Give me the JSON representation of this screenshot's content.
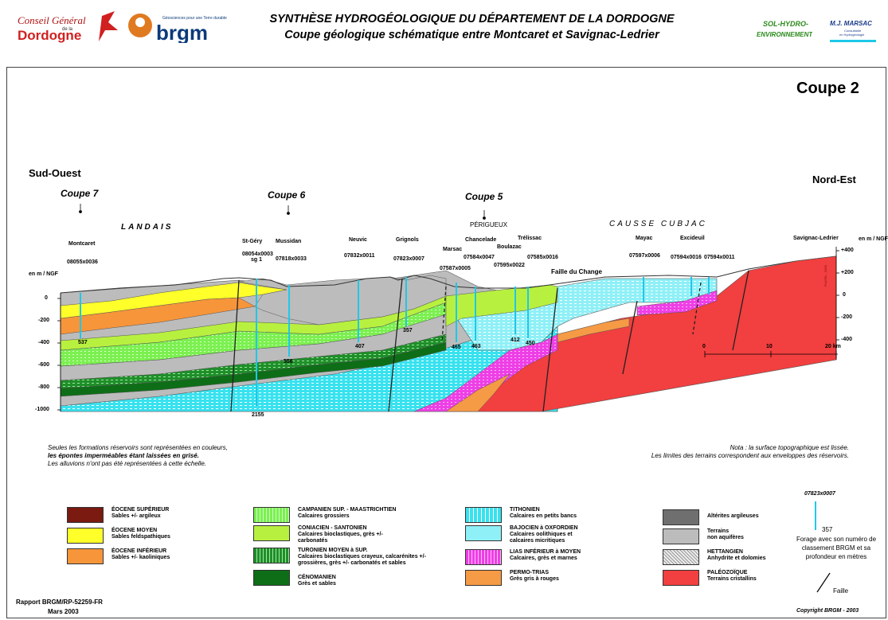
{
  "header": {
    "logo1": "Conseil Général de la Dordogne",
    "logo2": "brgm",
    "logo2_tag": "Géosciences pour une Terre durable",
    "title": "SYNTHÈSE HYDROGÉOLOGIQUE DU DÉPARTEMENT DE LA DORDOGNE",
    "subtitle": "Coupe géologique schématique entre Montcaret et Savignac-Ledrier",
    "logo3": "SOL-HYDRO- ENVIRONNEMENT",
    "logo4_name": "M.J. MARSAC",
    "logo4_sub": "Consultante en Hydrogéologie"
  },
  "figure": {
    "coupe_title": "Coupe 2",
    "left_dir": "Sud-Ouest",
    "right_dir": "Nord-Est",
    "refs": [
      "Coupe 7",
      "Coupe 6",
      "Coupe 5"
    ],
    "regions": [
      "LANDAIS",
      "PÉRIGUEUX",
      "CAUSSE  CUBJAC"
    ],
    "axis_label": "en m / NGF",
    "left_ticks": [
      "0",
      "-200",
      "-400",
      "-600",
      "-800",
      "-1000"
    ],
    "right_ticks": [
      "+400",
      "+200",
      "0",
      "-200",
      "-400"
    ],
    "scale": [
      "0",
      "10",
      "20 km"
    ],
    "fault_label": "Faille du Change",
    "places": [
      "Montcaret",
      "St-Géry",
      "Mussidan",
      "Neuvic",
      "Grignols",
      "Marsac",
      "Chancelade",
      "Boulazac",
      "Trélissac",
      "Mayac",
      "Excideuil",
      "Savignac-Ledrier"
    ],
    "boreholes": [
      "08055x0036",
      "08054x0003 sg 1",
      "07818x0033",
      "07832x0011",
      "07823x0007",
      "07587x0005",
      "07584x0047",
      "07595x0022",
      "07585x0016",
      "07597x0006",
      "07594x0016",
      "07594x0011"
    ],
    "depths": [
      "537",
      "556",
      "407",
      "357",
      "465",
      "463",
      "412",
      "450",
      "2155"
    ]
  },
  "notes": {
    "left": [
      "Seules les formations réservoirs sont représentées en couleurs,",
      "les épontes imperméables étant laissées en grisé.",
      "Les alluvions n'ont pas été représentées à cette échelle."
    ],
    "right": [
      "Nota : la surface topographique est lissée.",
      "Les limites des terrains correspondent aux enveloppes des réservoirs."
    ]
  },
  "legend": [
    {
      "title": "ÉOCENE SUPÉRIEUR",
      "sub": "Sables +/- argileux",
      "color": "#7a1a10"
    },
    {
      "title": "ÉOCENE MOYEN",
      "sub": "Sables feldspathiques",
      "color": "#ffff2a"
    },
    {
      "title": "ÉOCENE INFÉRIEUR",
      "sub": "Sables +/- kaoliniques",
      "color": "#f7953a"
    },
    {
      "title": "CAMPANIEN SUP. - MAASTRICHTIEN",
      "sub": "Calcaires grossiers",
      "color": "#7cf050"
    },
    {
      "title": "CONIACIEN - SANTONIEN",
      "sub": "Calcaires bioclastiques, grès +/- carbonatés",
      "color": "#b8f040"
    },
    {
      "title": "TURONIEN MOYEN à SUP.",
      "sub": "Calcaires bioclastiques crayeux, calcarénites +/- grossières, grès +/- carbonatés et sables",
      "color": "#1f8f2a"
    },
    {
      "title": "CÉNOMANIEN",
      "sub": "Grès et sables",
      "color": "#0e6e17"
    },
    {
      "title": "TITHONIEN",
      "sub": "Calcaires en petits bancs",
      "color": "#38e2ef"
    },
    {
      "title": "BAJOCIEN à OXFORDIEN",
      "sub": "Calcaires oolithiques et calcaires micritiques",
      "color": "#8ff0f7"
    },
    {
      "title": "LIAS INFÉRIEUR à MOYEN",
      "sub": "Calcaires, grès et marnes",
      "color": "#ee3fe6"
    },
    {
      "title": "PERMO-TRIAS",
      "sub": "Grès gris à rouges",
      "color": "#f59a45"
    },
    {
      "title": "Altérites argileuses",
      "sub": "",
      "color": "#6f6f6f"
    },
    {
      "title": "Terrains",
      "sub": "non aquifères",
      "color": "#bcbcbc"
    },
    {
      "title": "HETTANGIEN",
      "sub": "Anhydrite et dolomies",
      "color": "#d8d8d8"
    },
    {
      "title": "PALÉOZOÏQUE",
      "sub": "Terrains cristallins",
      "color": "#f23f3f"
    }
  ],
  "legend_extra": {
    "borehole_code": "07823x0007",
    "borehole_depth": "357",
    "borehole_text": "Forage avec son numéro de classement BRGM et sa profondeur en mètres",
    "fault_text": "Faille"
  },
  "footer": {
    "report": "Rapport BRGM/RP-52259-FR",
    "date": "Mars 2003",
    "copyright": "Copyright BRGM - 2003",
    "plate_tag": "PLATEL - 2003"
  }
}
